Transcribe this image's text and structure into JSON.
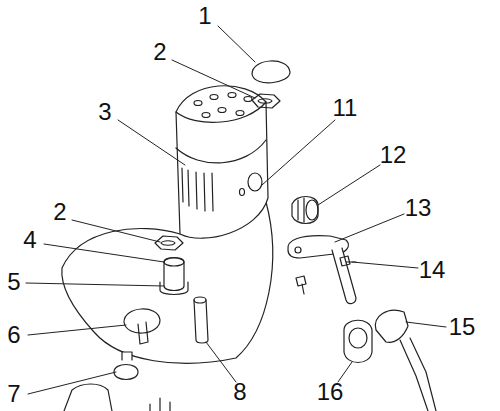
{
  "diagram": {
    "labels": [
      "1",
      "2",
      "3",
      "11",
      "12",
      "2",
      "4",
      "13",
      "14",
      "5",
      "6",
      "15",
      "7",
      "8",
      "16"
    ]
  }
}
